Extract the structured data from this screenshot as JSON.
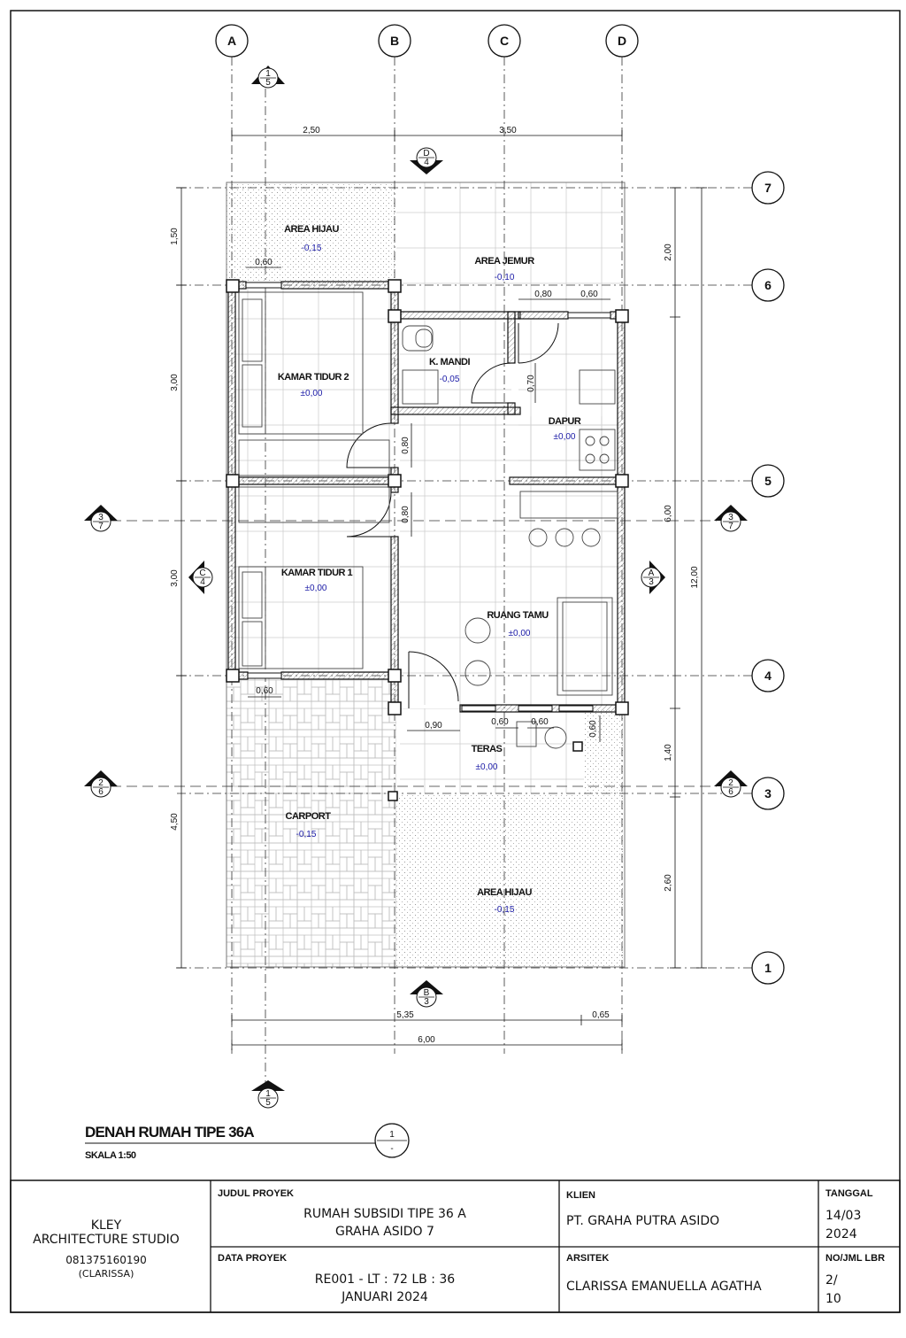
{
  "grid": {
    "columns": [
      "A",
      "B",
      "C",
      "D"
    ],
    "rows": [
      "7",
      "6",
      "5",
      "4",
      "3",
      "1"
    ]
  },
  "dimensions": {
    "top_ab": "2,50",
    "top_bd": "3,50",
    "left_1": "1,50",
    "left_2": "3,00",
    "left_3": "3,00",
    "left_4": "4,50",
    "right_1": "2,00",
    "right_2": "6,00",
    "right_3": "1,40",
    "right_4": "2,60",
    "right_total": "12,00",
    "bottom_1": "5,35",
    "bottom_2": "0,65",
    "bottom_total": "6,00",
    "win_kt2": "0,60",
    "win_kt1": "0,60",
    "win_dapur_1": "0,80",
    "win_dapur_2": "0,60",
    "door_km": "0,70",
    "door_kt2": "0,80",
    "door_kt1": "0,80",
    "door_main": "0,90",
    "win_teras_1": "0,60",
    "win_teras_2": "0,60",
    "win_teras_3": "0,60"
  },
  "rooms": [
    {
      "name": "AREA HIJAU",
      "level": "-0,15"
    },
    {
      "name": "AREA JEMUR",
      "level": "-0,10"
    },
    {
      "name": "K. MANDI",
      "level": "-0,05"
    },
    {
      "name": "KAMAR TIDUR 2",
      "level": "±0,00"
    },
    {
      "name": "DAPUR",
      "level": "±0,00"
    },
    {
      "name": "KAMAR TIDUR 1",
      "level": "±0,00"
    },
    {
      "name": "RUANG TAMU",
      "level": "±0,00"
    },
    {
      "name": "TERAS",
      "level": "±0,00"
    },
    {
      "name": "CARPORT",
      "level": "-0,15"
    },
    {
      "name": "AREA HIJAU",
      "level": "-0,15"
    }
  ],
  "section_marks": {
    "s15_top": {
      "top": "1",
      "bottom": "5"
    },
    "s15_bottom": {
      "top": "1",
      "bottom": "5"
    },
    "d4": {
      "top": "D",
      "bottom": "4"
    },
    "b3": {
      "top": "B",
      "bottom": "3"
    },
    "c4": {
      "top": "C",
      "bottom": "4"
    },
    "a3": {
      "top": "A",
      "bottom": "3"
    },
    "s37_left": {
      "top": "3",
      "bottom": "7"
    },
    "s37_right": {
      "top": "3",
      "bottom": "7"
    },
    "s26_left": {
      "top": "2",
      "bottom": "6"
    },
    "s26_right": {
      "top": "2",
      "bottom": "6"
    }
  },
  "drawing": {
    "title": "DENAH RUMAH TIPE 36A",
    "scale": "SKALA 1:50",
    "number_top": "1",
    "number_bottom": "-"
  },
  "title_block": {
    "studio_name_1": "KLEY",
    "studio_name_2": "ARCHITECTURE STUDIO",
    "studio_phone": "081375160190",
    "studio_contact": "(CLARISSA)",
    "project_title_label": "JUDUL PROYEK",
    "project_title_1": "RUMAH SUBSIDI TIPE 36 A",
    "project_title_2": "GRAHA ASIDO 7",
    "project_data_label": "DATA PROYEK",
    "project_data_1": "RE001 - LT : 72 LB : 36",
    "project_data_2": "JANUARI 2024",
    "client_label": "KLIEN",
    "client": "PT. GRAHA PUTRA ASIDO",
    "architect_label": "ARSITEK",
    "architect": "CLARISSA EMANUELLA AGATHA",
    "date_label": "TANGGAL",
    "date_1": "14/03",
    "date_2": "2024",
    "sheet_label": "NO/JML LBR",
    "sheet_1": "2/",
    "sheet_2": "10"
  },
  "colors": {
    "line": "#111111",
    "level_text": "#1a1aa6",
    "wall_fill": "#d9d9d9"
  }
}
